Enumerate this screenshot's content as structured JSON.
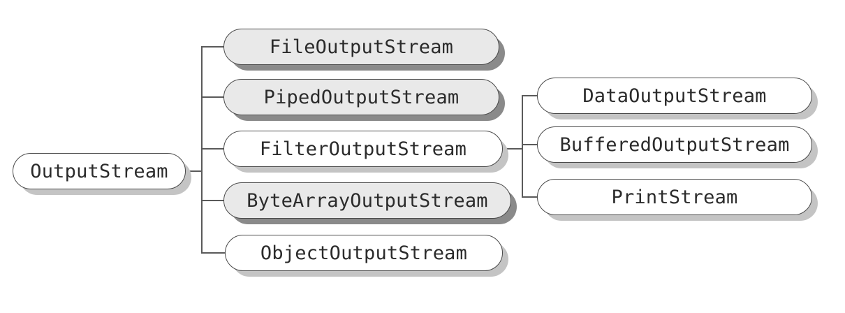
{
  "root": {
    "label": "OutputStream"
  },
  "children": [
    {
      "label": "FileOutputStream",
      "shaded": true
    },
    {
      "label": "PipedOutputStream",
      "shaded": true
    },
    {
      "label": "FilterOutputStream",
      "shaded": false
    },
    {
      "label": "ByteArrayOutputStream",
      "shaded": true
    },
    {
      "label": "ObjectOutputStream",
      "shaded": false
    }
  ],
  "filter_children": [
    {
      "label": "DataOutputStream",
      "shaded": false
    },
    {
      "label": "BufferedOutputStream",
      "shaded": false
    },
    {
      "label": "PrintStream",
      "shaded": false
    }
  ],
  "colors": {
    "shaded_fill": "#e9e9e9",
    "shaded_shadow": "#8a8a8a",
    "plain_shadow": "#c4c4c4",
    "outline": "#4a4a4a"
  }
}
